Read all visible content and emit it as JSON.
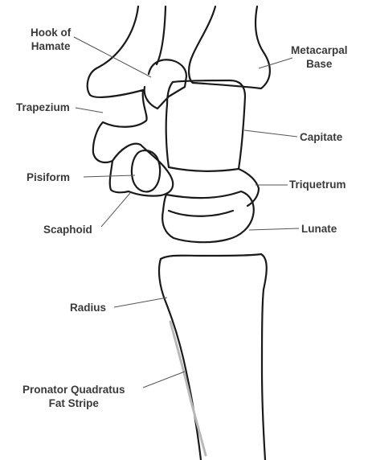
{
  "labels": {
    "hook_of_hamate": "Hook of\nHamate",
    "metacarpal_base": "Metacarpal\nBase",
    "trapezium": "Trapezium",
    "capitate": "Capitate",
    "pisiform": "Pisiform",
    "triquetrum": "Triquetrum",
    "scaphoid": "Scaphoid",
    "lunate": "Lunate",
    "radius": "Radius",
    "pronator_quadratus_fat_stripe": "Pronator Quadratus\nFat Stripe"
  },
  "colors": {
    "outline": "#1a1a1a",
    "leader": "#555555",
    "fat_stripe": "#b8b8b8",
    "text": "#3a3a3a"
  }
}
